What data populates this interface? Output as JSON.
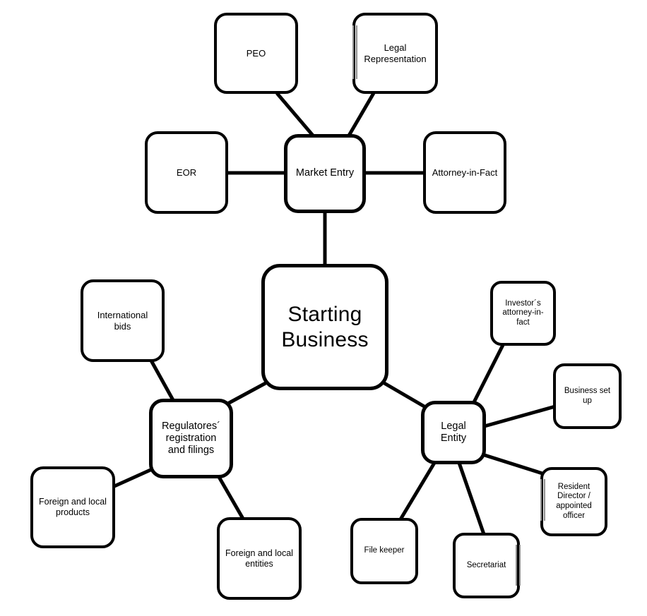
{
  "diagram": {
    "type": "mind-map",
    "title": "Starting Business",
    "background_color": "#ffffff",
    "node_border_color": "#000000",
    "node_fill_color": "#ffffff",
    "edge_color": "#000000",
    "artifact_color": "#8f8f8f"
  },
  "nodes": {
    "starting_business": {
      "label": "Starting\nBusiness"
    },
    "market_entry": {
      "label": "Market Entry"
    },
    "peo": {
      "label": "PEO"
    },
    "legal_representation": {
      "label": "Legal\nRepresentation"
    },
    "eor": {
      "label": "EOR"
    },
    "attorney_in_fact": {
      "label": "Attorney-in-Fact"
    },
    "international_bids": {
      "label": "International\nbids"
    },
    "regulators_registration": {
      "label": "Regulatores´\nregistration\nand filings"
    },
    "foreign_local_products": {
      "label": "Foreign and local\nproducts"
    },
    "foreign_local_entities": {
      "label": "Foreign and local\nentities"
    },
    "legal_entity": {
      "label": "Legal\nEntity"
    },
    "investors_attorney_in_fact": {
      "label": "Investor´s\nattorney-in-\nfact"
    },
    "business_set_up": {
      "label": "Business set\nup"
    },
    "resident_director": {
      "label": "Resident\nDirector /\nappointed\nofficer"
    },
    "file_keeper": {
      "label": "File keeper"
    },
    "secretariat": {
      "label": "Secretariat"
    }
  },
  "edges": [
    {
      "from": "peo",
      "to": "market_entry"
    },
    {
      "from": "legal_representation",
      "to": "market_entry"
    },
    {
      "from": "eor",
      "to": "market_entry"
    },
    {
      "from": "market_entry",
      "to": "attorney_in_fact"
    },
    {
      "from": "market_entry",
      "to": "starting_business"
    },
    {
      "from": "starting_business",
      "to": "regulators_registration"
    },
    {
      "from": "starting_business",
      "to": "legal_entity"
    },
    {
      "from": "international_bids",
      "to": "regulators_registration"
    },
    {
      "from": "regulators_registration",
      "to": "foreign_local_products"
    },
    {
      "from": "regulators_registration",
      "to": "foreign_local_entities"
    },
    {
      "from": "legal_entity",
      "to": "investors_attorney_in_fact"
    },
    {
      "from": "legal_entity",
      "to": "business_set_up"
    },
    {
      "from": "legal_entity",
      "to": "resident_director"
    },
    {
      "from": "legal_entity",
      "to": "file_keeper"
    },
    {
      "from": "legal_entity",
      "to": "secretariat"
    }
  ]
}
